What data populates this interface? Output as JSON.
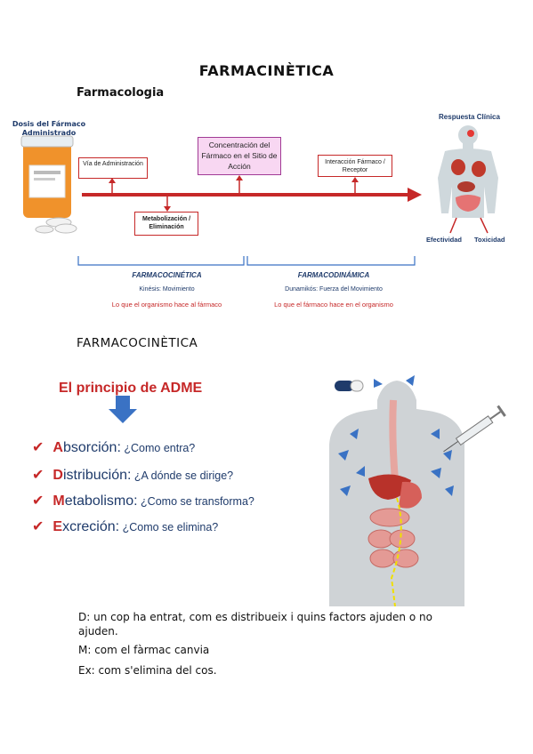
{
  "title": "FARMACINÈTICA",
  "subtitle": "Farmacologia",
  "section": "FARMACOCINÈTICA",
  "diagram1": {
    "dose_label": "Dosis del Fármaco Administrado",
    "route": "Vía de Administración",
    "metabolism": "Metabolización / Eliminación",
    "concentration": "Concentración del Fármaco en el Sitio de Acción",
    "interaction": "Interacción Fármaco / Receptor",
    "response": "Respuesta Clínica",
    "effectiveness": "Efectividad",
    "toxicity": "Toxicidad",
    "pk_title": "FARMACOCINÉTICA",
    "pk_sub": "Kinésis: Movimiento",
    "pk_red": "Lo que el organismo hace al fármaco",
    "pd_title": "FARMACODINÁMICA",
    "pd_sub": "Dunamikós: Fuerza del Movimiento",
    "pd_red": "Lo que el fármaco hace en el organismo"
  },
  "adme": {
    "title": "El principio de ADME",
    "items": [
      {
        "first": "A",
        "rest": "bsorción:",
        "question": " ¿Como entra?"
      },
      {
        "first": "D",
        "rest": "istribución:",
        "question": " ¿A dónde se dirige?"
      },
      {
        "first": "M",
        "rest": "etabolismo:",
        "question": " ¿Como se transforma?"
      },
      {
        "first": "E",
        "rest": "xcreción:",
        "question": " ¿Como se elimina?"
      }
    ]
  },
  "notes": [
    "D: un cop ha entrat, com es distribueix i quins factors ajuden o no ajuden.",
    "M: com el fàrmac canvia",
    "Ex: com s'elimina del cos."
  ],
  "colors": {
    "accent_red": "#c62828",
    "navy": "#1f3b6b",
    "arrow_blue": "#3a72c4"
  }
}
